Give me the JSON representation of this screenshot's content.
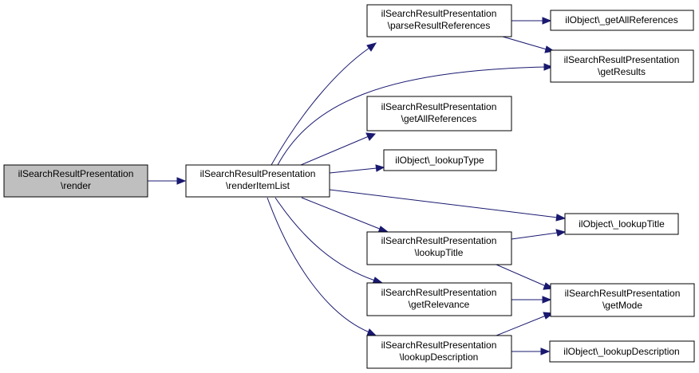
{
  "colors": {
    "edge": "#191970",
    "root_fill": "#bfbfbf",
    "node_fill": "#ffffff",
    "border": "#000000"
  },
  "nodes": {
    "render": [
      "ilSearchResultPresentation",
      "\\render"
    ],
    "renderItemList": [
      "ilSearchResultPresentation",
      "\\renderItemList"
    ],
    "parseResultReferences": [
      "ilSearchResultPresentation",
      "\\parseResultReferences"
    ],
    "getAllReferencesObj": [
      "ilObject\\_getAllReferences"
    ],
    "getResults": [
      "ilSearchResultPresentation",
      "\\getResults"
    ],
    "getAllReferences": [
      "ilSearchResultPresentation",
      "\\getAllReferences"
    ],
    "lookupType": [
      "ilObject\\_lookupType"
    ],
    "lookupTitleObj": [
      "ilObject\\_lookupTitle"
    ],
    "lookupTitle": [
      "ilSearchResultPresentation",
      "\\lookupTitle"
    ],
    "getRelevance": [
      "ilSearchResultPresentation",
      "\\getRelevance"
    ],
    "getMode": [
      "ilSearchResultPresentation",
      "\\getMode"
    ],
    "lookupDescription": [
      "ilSearchResultPresentation",
      "\\lookupDescription"
    ],
    "lookupDescriptionObj": [
      "ilObject\\_lookupDescription"
    ]
  }
}
